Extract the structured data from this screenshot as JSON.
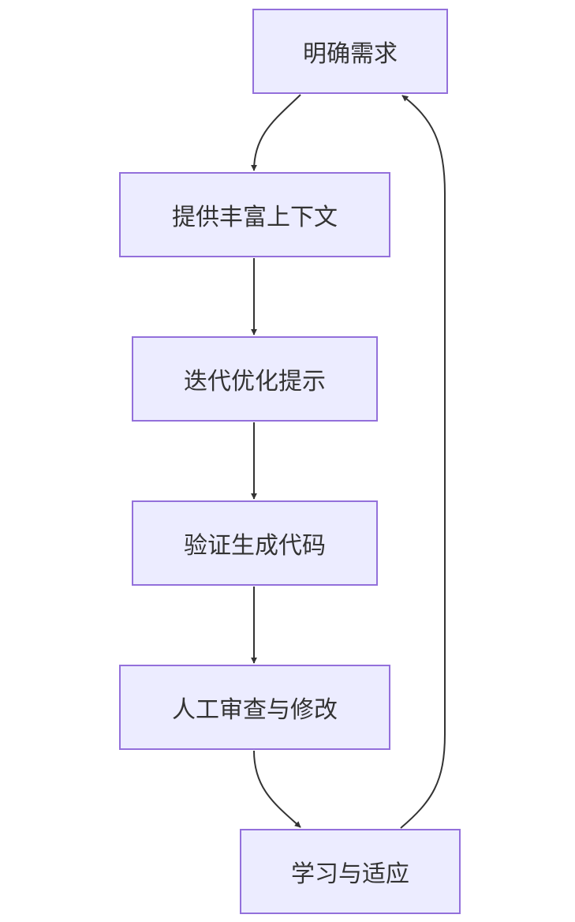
{
  "nodes": {
    "n1": "明确需求",
    "n2": "提供丰富上下文",
    "n3": "迭代优化提示",
    "n4": "验证生成代码",
    "n5": "人工审查与修改",
    "n6": "学习与适应"
  },
  "edges": [
    {
      "from": "n1",
      "to": "n2"
    },
    {
      "from": "n2",
      "to": "n3"
    },
    {
      "from": "n3",
      "to": "n4"
    },
    {
      "from": "n4",
      "to": "n5"
    },
    {
      "from": "n5",
      "to": "n6"
    },
    {
      "from": "n6",
      "to": "n1"
    }
  ],
  "colors": {
    "node_fill": "#ececff",
    "node_border": "#9370db",
    "edge": "#333333",
    "text": "#333333"
  }
}
